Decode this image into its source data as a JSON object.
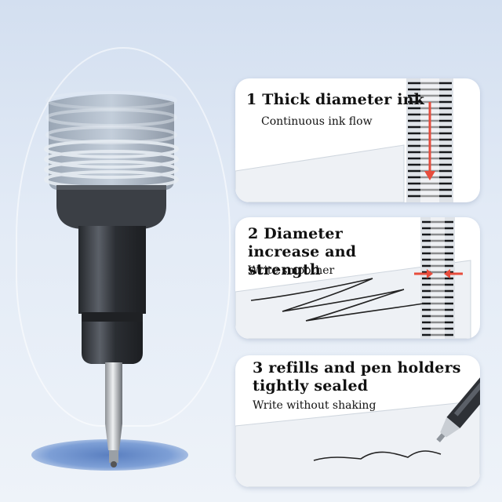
{
  "features": [
    {
      "title": "1 Thick diameter ink",
      "subtitle": "Continuous ink flow",
      "illustration": "refill-tube-with-red-arrow"
    },
    {
      "title": "2 Diameter increase and strength",
      "subtitle": "Write smoother",
      "illustration": "refill-tube-with-red-arrows-and-scribble"
    },
    {
      "title": "3 refills and pen holders tightly sealed",
      "subtitle": "Write without shaking",
      "illustration": "pen-writing-on-paper"
    }
  ],
  "colors": {
    "background": "#dde6f3",
    "card": "#ffffff",
    "pen_body": "#3a3d42",
    "arrow": "#e74c3c",
    "shadow": "#5a7fc0"
  },
  "icons": {
    "hero": "pen-tip-closeup",
    "arrow": "red-arrow-icon"
  }
}
